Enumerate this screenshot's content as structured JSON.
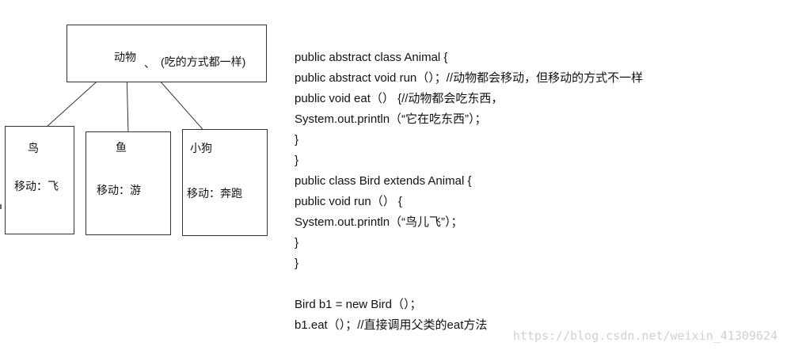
{
  "diagram": {
    "parent": {
      "name": "动物",
      "mark": "、",
      "note": "(吃的方式都一样)"
    },
    "children": [
      {
        "name": "鸟",
        "move": "移动：飞"
      },
      {
        "name": "鱼",
        "move": "移动：游"
      },
      {
        "name": "小狗",
        "move": "移动：奔跑"
      }
    ]
  },
  "code": {
    "lines": [
      "public abstract class Animal {",
      "public abstract void run（）；//动物都会移动，但移动的方式不一样",
      "public void eat（）  {//动物都会吃东西，",
      "System.out.println（“它在吃东西”）；",
      "}",
      "}",
      "public class Bird extends Animal {",
      "public void run（）  {",
      "System.out.println（“鸟儿飞”）；",
      "}",
      "}",
      "",
      "Bird b1 = new Bird（）；",
      "b1.eat（）；//直接调用父类的eat方法"
    ]
  },
  "watermark": "https://blog.csdn.net/weixin_41309624"
}
